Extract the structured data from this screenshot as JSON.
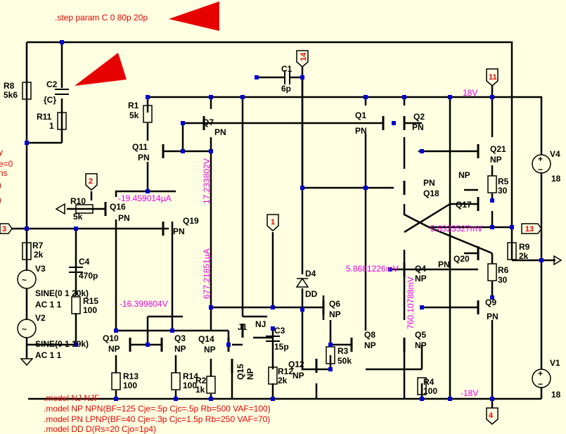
{
  "directive": ".step param C 0 80p 20p",
  "model_lines": [
    ".model NJ NJF",
    ".model NP NPN(BF=125 Cje=.5p Cjc=.5p Rb=500 VAF=100)",
    ".model PN LPNP(BF=40 Cje=.3p Cjc=1.5p Rb=250 VAF=70)",
    ".model DD D(Rs=20 Cjo=1p4)"
  ],
  "left_clip": [
    "y",
    "e=0",
    "ns",
    ")",
    ")"
  ],
  "components": [
    {
      "id": "r8",
      "name": "R8",
      "value": "5k6"
    },
    {
      "id": "c2",
      "name": "C2",
      "value": "{C}"
    },
    {
      "id": "r11",
      "name": "R11",
      "value": "1"
    },
    {
      "id": "r1",
      "name": "R1",
      "value": "5k"
    },
    {
      "id": "q11",
      "name": "Q11",
      "value": "PN"
    },
    {
      "id": "q7",
      "name": "Q7",
      "value": "PN"
    },
    {
      "id": "r10",
      "name": "R10",
      "value": "5k"
    },
    {
      "id": "q16",
      "name": "Q16",
      "value": "PN"
    },
    {
      "id": "q19",
      "name": "Q19",
      "value": "PN"
    },
    {
      "id": "r7",
      "name": "R7",
      "value": "2k"
    },
    {
      "id": "v3",
      "name": "V3",
      "value": "SINE(0 1 20k)",
      "extra": "AC 1 1"
    },
    {
      "id": "v2",
      "name": "V2",
      "value": "SINE(0 1 19k)",
      "extra": "AC 1 1"
    },
    {
      "id": "c4",
      "name": "C4",
      "value": "470p"
    },
    {
      "id": "r15",
      "name": "R15",
      "value": "100"
    },
    {
      "id": "q10",
      "name": "Q10",
      "value": "NP"
    },
    {
      "id": "q3",
      "name": "Q3",
      "value": "NP"
    },
    {
      "id": "r13",
      "name": "R13",
      "value": "100"
    },
    {
      "id": "r14",
      "name": "R14",
      "value": "100"
    },
    {
      "id": "q14",
      "name": "Q14",
      "value": "NP"
    },
    {
      "id": "q15",
      "name": "Q15",
      "value": "NP"
    },
    {
      "id": "r2",
      "name": "R2",
      "value": "1k"
    },
    {
      "id": "j1",
      "name": "J1",
      "value": "NJ"
    },
    {
      "id": "c3",
      "name": "C3",
      "value": "15p"
    },
    {
      "id": "r12",
      "name": "R12",
      "value": "2k"
    },
    {
      "id": "c1",
      "name": "C1",
      "value": "6p"
    },
    {
      "id": "d4",
      "name": "D4",
      "value": "DD"
    },
    {
      "id": "q12",
      "name": "Q12",
      "value": "NP"
    },
    {
      "id": "q6",
      "name": "Q6",
      "value": "NP"
    },
    {
      "id": "r3",
      "name": "R3",
      "value": "50k"
    },
    {
      "id": "q8",
      "name": "Q8",
      "value": "NP"
    },
    {
      "id": "q5",
      "name": "Q5",
      "value": "NP"
    },
    {
      "id": "r4",
      "name": "R4",
      "value": "100"
    },
    {
      "id": "q1",
      "name": "Q1",
      "value": "PN"
    },
    {
      "id": "q2",
      "name": "Q2",
      "value": "PN"
    },
    {
      "id": "q18",
      "name": "Q18",
      "value": "PN"
    },
    {
      "id": "q17",
      "name": "Q17",
      "value": "NP"
    },
    {
      "id": "q4",
      "name": "Q4",
      "value": "NP"
    },
    {
      "id": "q20",
      "name": "Q20",
      "value": "PN"
    },
    {
      "id": "q21",
      "name": "Q21",
      "value": "NP"
    },
    {
      "id": "r5",
      "name": "R5",
      "value": "30"
    },
    {
      "id": "r6",
      "name": "R6",
      "value": "30"
    },
    {
      "id": "q9",
      "name": "Q9",
      "value": "PN"
    },
    {
      "id": "r9",
      "name": "R9",
      "value": "2k"
    },
    {
      "id": "v4",
      "name": "V4",
      "value": "18"
    },
    {
      "id": "v1",
      "name": "V1",
      "value": "18"
    }
  ],
  "rails": {
    "pos": "18V",
    "neg": "-18V"
  },
  "nets": [
    "14",
    "11",
    "2",
    "1",
    "3",
    "13",
    "4"
  ],
  "readouts": {
    "q16_current": "-19.459014µA",
    "q7_voltage": "17.233802V",
    "q7_current": "677.21851µA",
    "q10_voltage": "-16.399804V",
    "out_voltage": "5.6323527mV",
    "q4_voltage": "5.8681226mV",
    "q5_voltage": "760.10788mV"
  },
  "colors": {
    "wire": "#000000",
    "junction": "#0000cc",
    "readout": "#e600e6",
    "directive": "#e60000",
    "arrow": "#e60000",
    "background": "#ffffe1"
  }
}
